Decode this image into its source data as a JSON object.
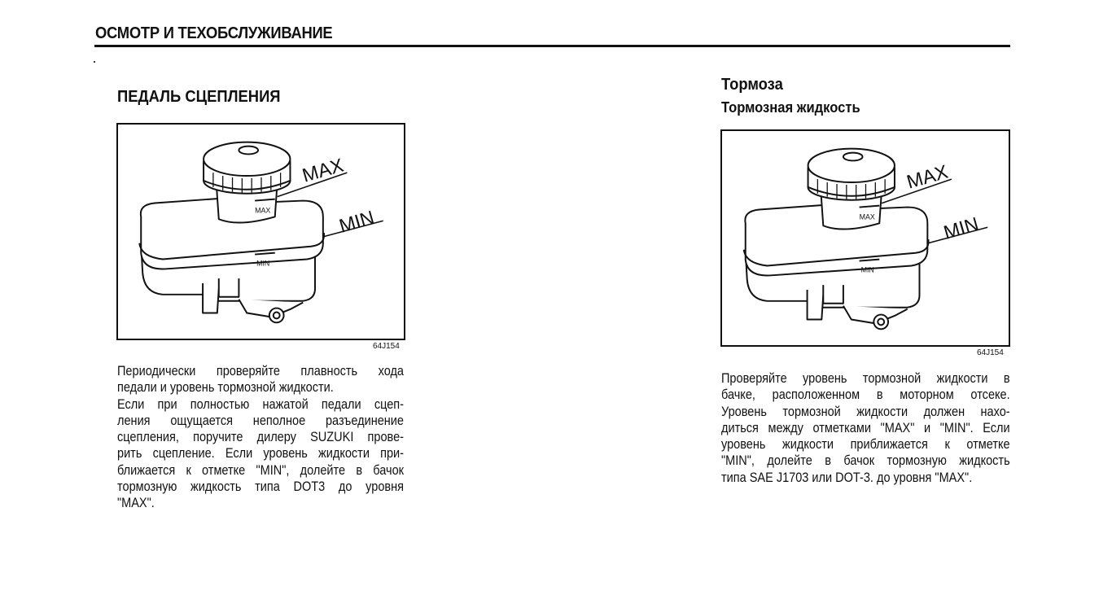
{
  "header": {
    "title": "ОСМОТР И ТЕХОБСЛУЖИВАНИЕ"
  },
  "left_section": {
    "heading": "ПЕДАЛЬ СЦЕПЛЕНИЯ",
    "figure": {
      "label_max": "MAX",
      "label_min": "MIN",
      "mark_max": "MAX",
      "mark_min": "MIN",
      "code": "64J154"
    },
    "lines": [
      "Периодически проверяйте плавность хода",
      "педали и уровень тормозной жидкости.",
      "Если при полностью нажатой педали сцеп-",
      "ления ощущается неполное разъединение",
      "сцепления, поручите дилеру SUZUKI прове-",
      "рить сцепление. Если уровень жидкости при-",
      "ближается к отметке \"MIN\", долейте в бачок",
      "тормозную жидкость типа DOT3 до уровня",
      "\"MAX\"."
    ]
  },
  "right_section": {
    "heading": "Тормоза",
    "subheading": "Тормозная жидкость",
    "figure": {
      "label_max": "MAX",
      "label_min": "MIN",
      "mark_max": "MAX",
      "mark_min": "MIN",
      "code": "64J154"
    },
    "lines": [
      "Проверяйте уровень тормозной жидкости в",
      "бачке, расположенном в моторном отсеке.",
      "Уровень тормозной жидкости должен нахо-",
      "диться между отметками \"MAX\" и \"MIN\". Если",
      "уровень жидкости приближается к отметке",
      "\"MIN\", долейте в бачок тормозную жидкость",
      "типа SAE J1703 или DOT-3. до уровня \"MAX\"."
    ]
  }
}
